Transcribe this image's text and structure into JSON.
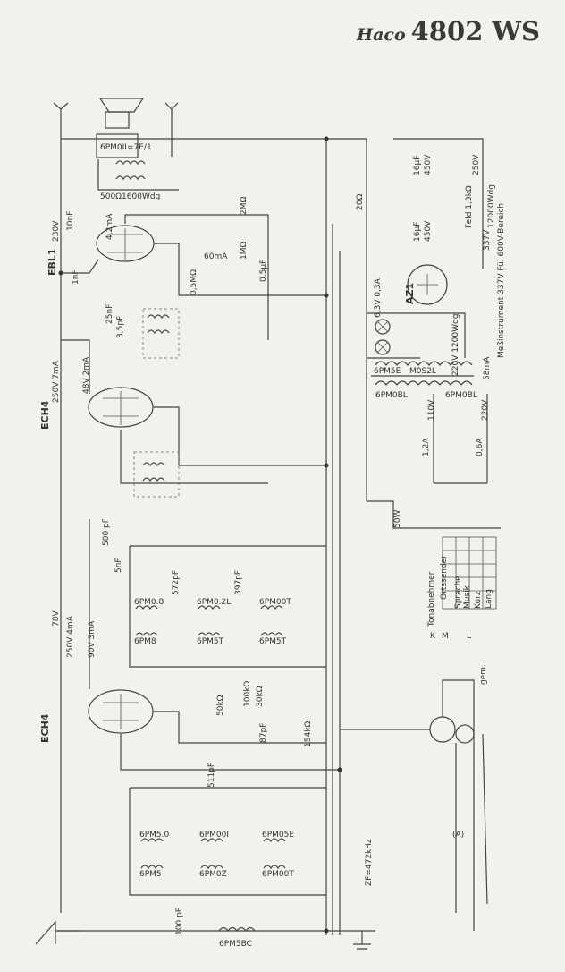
{
  "title": {
    "brand": "Haco",
    "model": "4802 WS"
  },
  "tubes": {
    "ebl": "EBL1",
    "ech_upper": "ECH4",
    "ech_lower": "ECH4",
    "rect": "AZ1"
  },
  "labels": {
    "speaker_trafo": "6PM0II=7E/1",
    "speaker_coil": "500Ω1600Wdg",
    "cap_10nf": "10nF",
    "v230": "230V",
    "ma42": "4,2mA",
    "ma60": "60mA",
    "ebl_res": "2MΩ",
    "mohm1": "1MΩ",
    "cap05": "0,5µF",
    "cap1nf": "1nF",
    "cap25nf": "25nF",
    "kohm05": "0,5MΩ",
    "pf35": "3,5pF",
    "ech_upper_v": "250V 7mA",
    "ech_upper_ma": "48V 2mA",
    "v250_top": "250V",
    "cap16": "16µF",
    "v450": "450V",
    "res20": "20Ω",
    "feld": "Feld 1,3kΩ",
    "wdg": "12000Wdg",
    "cap16b": "16µF",
    "v450b": "450V",
    "v337": "337V",
    "messinstr": "Meßinstrument 337V Fü. 600V-Bereich",
    "ma58": "58mA",
    "bulb": "6,3V 0,3A",
    "netz1": "6PM5E",
    "netz2": "M0S2L",
    "netz3": "220V 1200Wdg",
    "netz4": "6PM0BL",
    "netz5": "6PM0BL",
    "fuse1": "1,2A",
    "fuse2": "0,6A",
    "v110": "110V",
    "v220": "220V",
    "v50": "50W",
    "wave_col1": "Tonabnehmer",
    "wave_col2": "Ortssender",
    "wave_col3": "Sprache",
    "wave_col4": "Musik",
    "wave_col5": "Kurz",
    "wave_col6": "Lang",
    "ech_lower_v": "250V 4mA",
    "ech_lower_ma": "90V 3mA",
    "v78": "78V",
    "pf500": "500 pF",
    "pf5": "5nF",
    "coil_a": "6PM0.8",
    "coil_b": "6PM8",
    "coil_c": "6PM0.2L",
    "coil_d": "6PM5T",
    "coil_e": "6PM00T",
    "coil_f": "6PM5T",
    "pf572": "572pF",
    "pf397": "397pF",
    "kohm100": "100kΩ",
    "kohm30": "30kΩ",
    "kohm50": "50kΩ",
    "pf87": "87pF",
    "kohm154": "154kΩ",
    "pf511": "511pF",
    "coil_g": "6PM5.0",
    "coil_h": "6PM00I",
    "coil_i": "6PM05E",
    "coil_j": "6PM5",
    "coil_k": "6PM0Z",
    "coil_l": "6PM00T",
    "zf": "ZF=472kHz",
    "pf100": "100 pF",
    "ant_coil": "6PM5BC",
    "wave_k": "K",
    "wave_m": "M",
    "wave_l": "L",
    "phono": "gem.",
    "fuse_letter": "(A)"
  }
}
